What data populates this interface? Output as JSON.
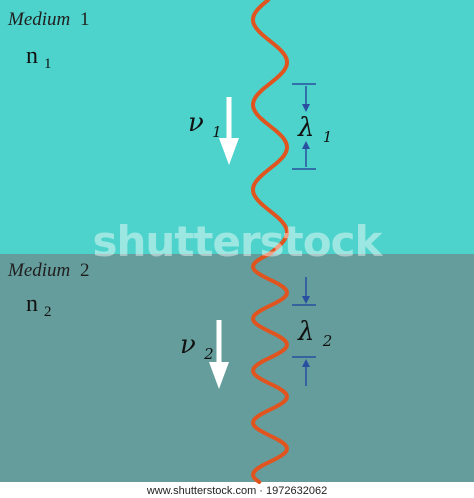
{
  "medium1": {
    "label_word": "Medium",
    "label_num": "1",
    "n_base": "n",
    "n_sub": "1",
    "nu_base": "ν",
    "nu_sub": "1",
    "lambda_base": "λ",
    "lambda_sub": "1"
  },
  "medium2": {
    "label_word": "Medium",
    "label_num": "2",
    "n_base": "n",
    "n_sub": "2",
    "nu_base": "ν",
    "nu_sub": "2",
    "lambda_base": "λ",
    "lambda_sub": "2"
  },
  "watermark": "shutterstock",
  "footer": "www.shutterstock.com · 1972632062",
  "colors": {
    "medium1_bg": "#4dd3cb",
    "medium2_bg": "#649d9b",
    "wave": "#e0541f",
    "arrow": "#ffffff",
    "marker": "#2a4fa0"
  }
}
